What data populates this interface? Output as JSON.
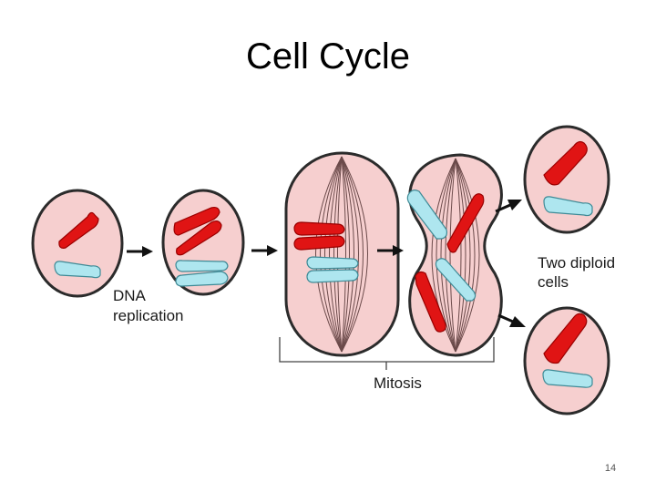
{
  "slide": {
    "title": "Cell Cycle",
    "page_number": "14"
  },
  "labels": {
    "dna_line1": "DNA",
    "dna_line2": "replication",
    "two_line1": "Two diploid",
    "two_line2": "cells",
    "mitosis": "Mitosis"
  },
  "colors": {
    "cell_fill": "#f6cfcf",
    "cell_stroke": "#2b2b2b",
    "red_chromosome": "#e01414",
    "blue_chromosome": "#aee6ef",
    "spindle": "#6b4a4a",
    "arrow": "#111111"
  },
  "icons": [
    "right-arrow-icon",
    "diagonal-arrow-icon"
  ]
}
